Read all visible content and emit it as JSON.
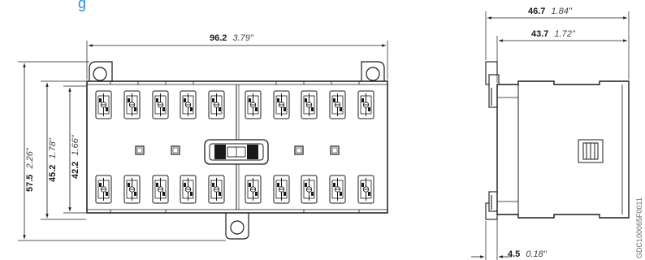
{
  "heading": "g",
  "front_view": {
    "width": {
      "mm": "96.2",
      "in": "3.79\""
    },
    "height_total": {
      "mm": "57.5",
      "in": "2.26\""
    },
    "height_body": {
      "mm": "45.2",
      "in": "1.78\""
    },
    "height_inner": {
      "mm": "42.2",
      "in": "1.66\""
    }
  },
  "side_view": {
    "depth_total": {
      "mm": "46.7",
      "in": "1.84\""
    },
    "depth_body": {
      "mm": "43.7",
      "in": "1.72\""
    },
    "rail_offset": {
      "mm": "4.5",
      "in": "0.18\""
    }
  },
  "drawing_code": "GDC100065F0011"
}
